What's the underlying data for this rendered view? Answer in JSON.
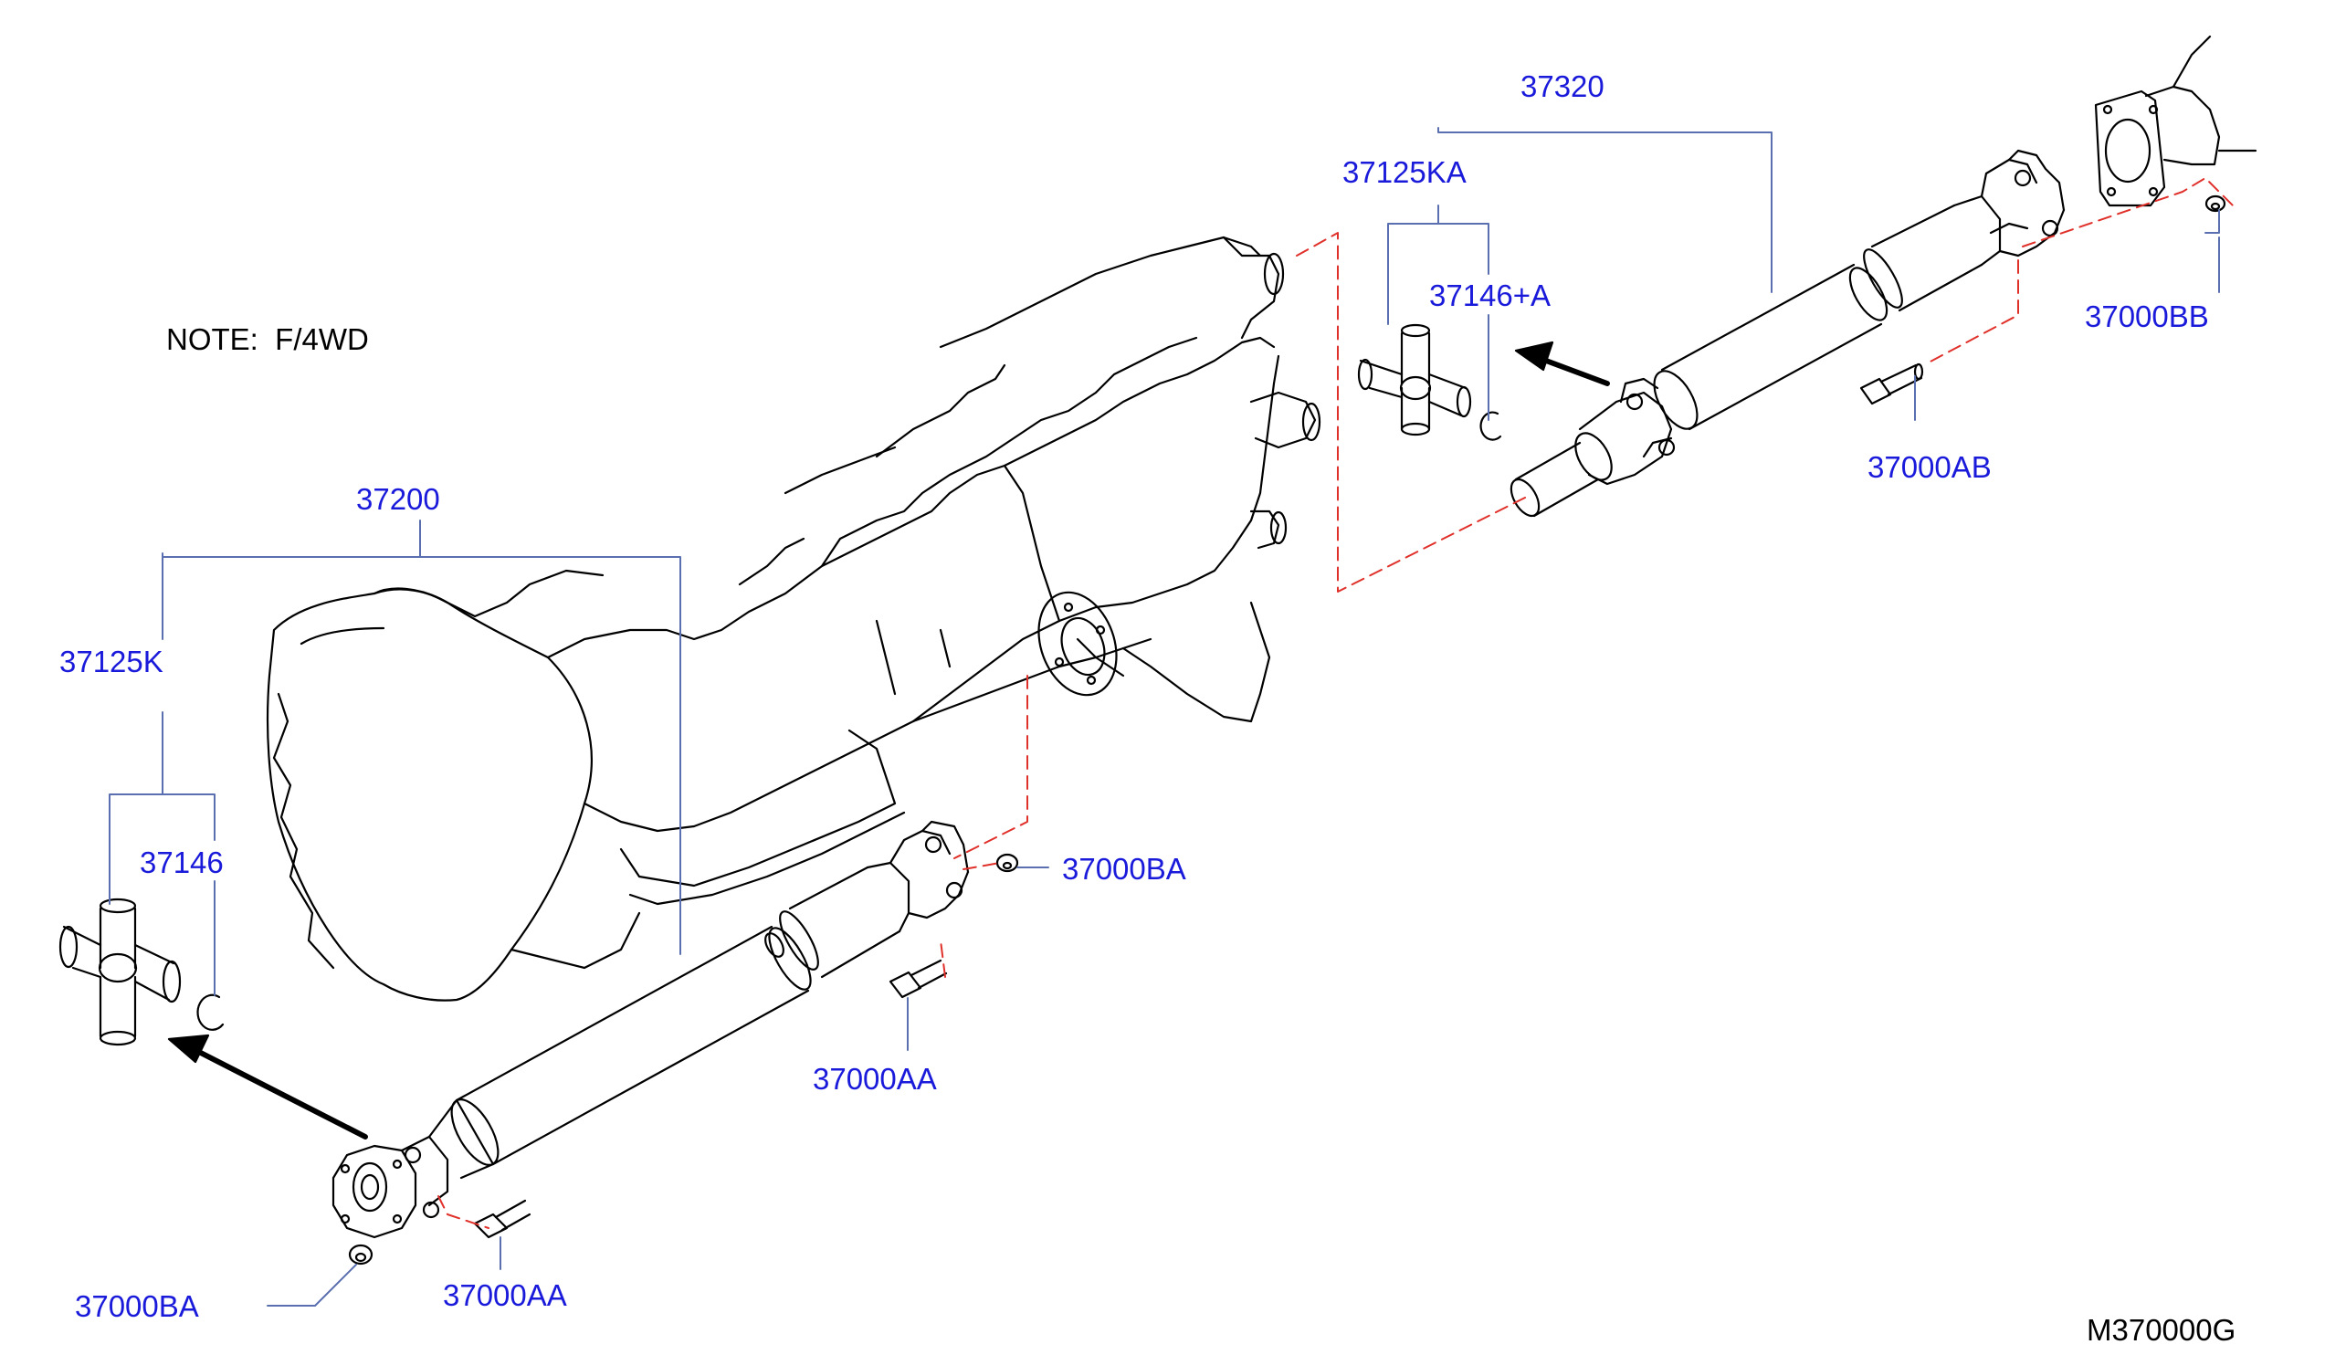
{
  "colors": {
    "label": "#1a1adb",
    "leader": "#5a6fb0",
    "dash": "#e0302a",
    "ink": "#000000"
  },
  "note": "NOTE:  F/4WD",
  "diagram_code": "M370000G",
  "labels": {
    "p37320": "37320",
    "p37125KA": "37125KA",
    "p37146A": "37146+A",
    "p37000BB": "37000BB",
    "p37000AB": "37000AB",
    "p37200": "37200",
    "p37125K": "37125K",
    "p37146": "37146",
    "p37000BA_upper": "37000BA",
    "p37000AA_mid": "37000AA",
    "p37000BA_lower": "37000BA",
    "p37000AA_lower": "37000AA"
  },
  "icons": [
    "transmission-drawing",
    "rear-propeller-shaft",
    "front-propeller-shaft",
    "universal-joint-spider",
    "snap-ring",
    "bolt",
    "nut",
    "flange",
    "arrow"
  ]
}
